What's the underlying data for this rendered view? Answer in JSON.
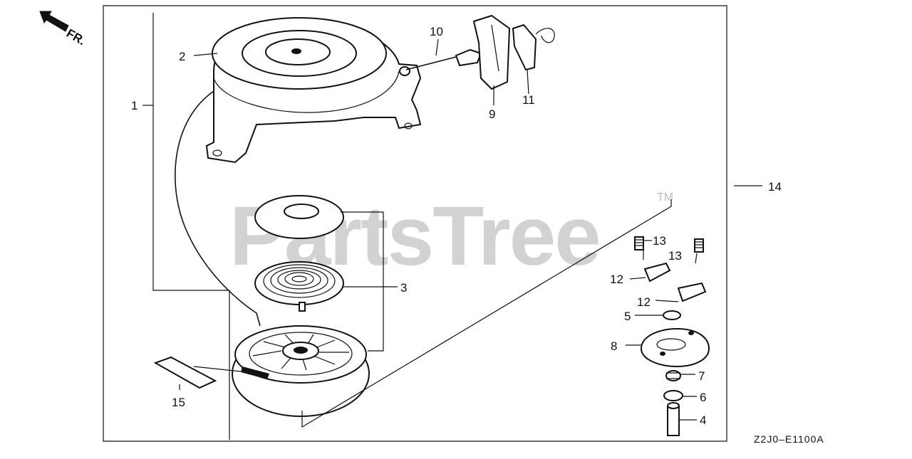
{
  "diagram": {
    "orientation_label": "FR.",
    "watermark": "PartsTree",
    "watermark_mark": "TM",
    "drawing_code": "Z2J0–E1100A",
    "callouts": [
      "1",
      "2",
      "3",
      "4",
      "5",
      "6",
      "7",
      "8",
      "9",
      "10",
      "11",
      "12",
      "12",
      "13",
      "13",
      "14",
      "15"
    ],
    "colors": {
      "line": "#111111",
      "watermark": "#d2d2d2",
      "background": "#ffffff"
    }
  }
}
